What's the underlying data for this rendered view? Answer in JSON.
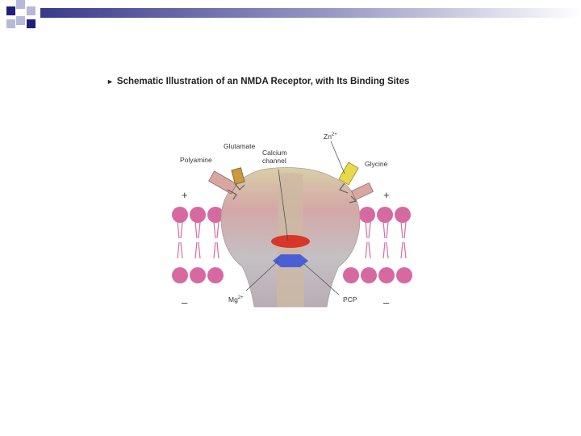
{
  "slide": {
    "title": "Schematic Illustration of an NMDA Receptor, with Its Binding Sites"
  },
  "diagram": {
    "labels": {
      "zn": "Zn",
      "zn_sup": "2+",
      "glutamate": "Glutamate",
      "calcium_channel_line1": "Calcium",
      "calcium_channel_line2": "channel",
      "polyamine": "Polyamine",
      "glycine": "Glycine",
      "mg": "Mg",
      "mg_sup": "2+",
      "pcp": "PCP"
    },
    "signs": {
      "top_left": "+",
      "top_right": "+",
      "bottom_left": "–",
      "bottom_right": "–"
    }
  },
  "colors": {
    "corner_squares": "#1f1f7a",
    "membrane_heads": "#d66aa0",
    "receptor_body": "#c9b2a2",
    "mg_site": "#4a5fd6",
    "calcium_site": "#d9362b",
    "glycine_site": "#e8d94a",
    "glutamate_site": "#c89a3c"
  }
}
